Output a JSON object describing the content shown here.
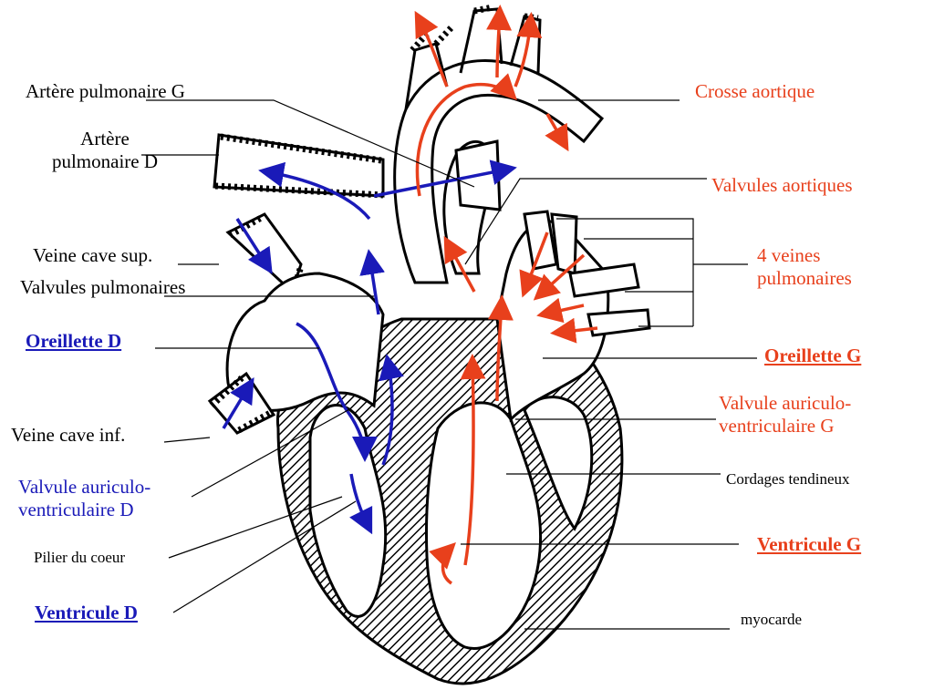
{
  "labels": {
    "artere_pulmonaire_g": "Artère pulmonaire G",
    "artere_pulmonaire_d_line1": "Artère",
    "artere_pulmonaire_d_line2": "pulmonaire D",
    "veine_cave_sup": "Veine cave sup.",
    "valvules_pulmonaires": "Valvules pulmonaires",
    "oreillette_d": "Oreillette D",
    "veine_cave_inf": "Veine cave inf.",
    "valvule_av_d_line1": "Valvule auriculo-",
    "valvule_av_d_line2": "ventriculaire D",
    "pilier_du_coeur": "Pilier du coeur",
    "ventricule_d": "Ventricule D",
    "crosse_aortique": "Crosse aortique",
    "valvules_aortiques": "Valvules aortiques",
    "veines_pulmonaires_line1": "4 veines",
    "veines_pulmonaires_line2": "pulmonaires",
    "oreillette_g": "Oreillette G",
    "valvule_av_g_line1": "Valvule auriculo-",
    "valvule_av_g_line2": "ventriculaire G",
    "cordages_tendineux": "Cordages tendineux",
    "ventricule_g": "Ventricule G",
    "myocarde": "myocarde"
  },
  "colors": {
    "oxygenated": "#e8401c",
    "deoxygenated": "#1a1ab8",
    "outline": "#000000",
    "background": "#ffffff"
  }
}
